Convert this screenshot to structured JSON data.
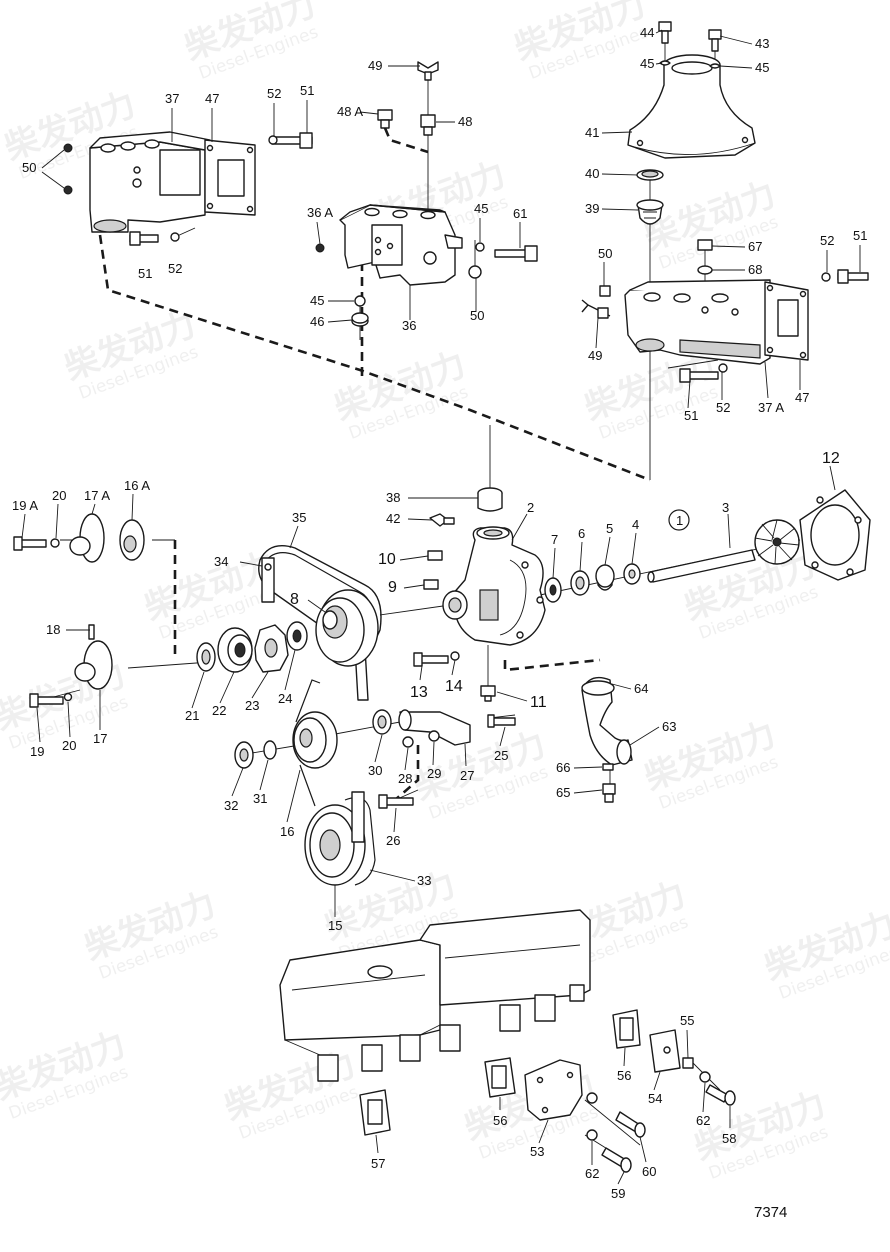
{
  "diagram": {
    "drawing_number": "7374",
    "watermark": {
      "brand": "柴发动力",
      "subtitle": "Diesel-Engines"
    },
    "callouts": [
      {
        "id": "c44",
        "text": "44"
      },
      {
        "id": "c45a",
        "text": "45"
      },
      {
        "id": "c43",
        "text": "43"
      },
      {
        "id": "c45b",
        "text": "45"
      },
      {
        "id": "c49a",
        "text": "49"
      },
      {
        "id": "c48A",
        "text": "48 A"
      },
      {
        "id": "c48",
        "text": "48"
      },
      {
        "id": "c41",
        "text": "41"
      },
      {
        "id": "c40",
        "text": "40"
      },
      {
        "id": "c39",
        "text": "39"
      },
      {
        "id": "c37",
        "text": "37"
      },
      {
        "id": "c47a",
        "text": "47"
      },
      {
        "id": "c52a",
        "text": "52"
      },
      {
        "id": "c51a",
        "text": "51"
      },
      {
        "id": "c50a",
        "text": "50"
      },
      {
        "id": "c51b",
        "text": "51"
      },
      {
        "id": "c52b",
        "text": "52"
      },
      {
        "id": "c36A",
        "text": "36 A"
      },
      {
        "id": "c45c",
        "text": "45"
      },
      {
        "id": "c61",
        "text": "61"
      },
      {
        "id": "c45d",
        "text": "45"
      },
      {
        "id": "c46",
        "text": "46"
      },
      {
        "id": "c36",
        "text": "36"
      },
      {
        "id": "c50b",
        "text": "50"
      },
      {
        "id": "c67",
        "text": "67"
      },
      {
        "id": "c68",
        "text": "68"
      },
      {
        "id": "c52c",
        "text": "52"
      },
      {
        "id": "c51c",
        "text": "51"
      },
      {
        "id": "c50c",
        "text": "50"
      },
      {
        "id": "c49b",
        "text": "49"
      },
      {
        "id": "c51d",
        "text": "51"
      },
      {
        "id": "c52d",
        "text": "52"
      },
      {
        "id": "c37A",
        "text": "37 A"
      },
      {
        "id": "c47b",
        "text": "47"
      },
      {
        "id": "c12",
        "text": "12"
      },
      {
        "id": "c38",
        "text": "38"
      },
      {
        "id": "c42",
        "text": "42"
      },
      {
        "id": "c2",
        "text": "2"
      },
      {
        "id": "c1",
        "text": "1"
      },
      {
        "id": "c3",
        "text": "3"
      },
      {
        "id": "c10",
        "text": "10"
      },
      {
        "id": "c9",
        "text": "9"
      },
      {
        "id": "c7",
        "text": "7"
      },
      {
        "id": "c6",
        "text": "6"
      },
      {
        "id": "c5",
        "text": "5"
      },
      {
        "id": "c4",
        "text": "4"
      },
      {
        "id": "c19A",
        "text": "19 A"
      },
      {
        "id": "c20a",
        "text": "20"
      },
      {
        "id": "c17A",
        "text": "17 A"
      },
      {
        "id": "c16A",
        "text": "16 A"
      },
      {
        "id": "c35",
        "text": "35"
      },
      {
        "id": "c34",
        "text": "34"
      },
      {
        "id": "c8",
        "text": "8"
      },
      {
        "id": "c18",
        "text": "18"
      },
      {
        "id": "c19",
        "text": "19"
      },
      {
        "id": "c20b",
        "text": "20"
      },
      {
        "id": "c17",
        "text": "17"
      },
      {
        "id": "c21",
        "text": "21"
      },
      {
        "id": "c22",
        "text": "22"
      },
      {
        "id": "c23",
        "text": "23"
      },
      {
        "id": "c24",
        "text": "24"
      },
      {
        "id": "c13",
        "text": "13"
      },
      {
        "id": "c14",
        "text": "14"
      },
      {
        "id": "c11",
        "text": "11"
      },
      {
        "id": "c64",
        "text": "64"
      },
      {
        "id": "c63",
        "text": "63"
      },
      {
        "id": "c66",
        "text": "66"
      },
      {
        "id": "c65",
        "text": "65"
      },
      {
        "id": "c25",
        "text": "25"
      },
      {
        "id": "c27",
        "text": "27"
      },
      {
        "id": "c28",
        "text": "28"
      },
      {
        "id": "c29",
        "text": "29"
      },
      {
        "id": "c30",
        "text": "30"
      },
      {
        "id": "c32",
        "text": "32"
      },
      {
        "id": "c31",
        "text": "31"
      },
      {
        "id": "c16",
        "text": "16"
      },
      {
        "id": "c26",
        "text": "26"
      },
      {
        "id": "c33",
        "text": "33"
      },
      {
        "id": "c15",
        "text": "15"
      },
      {
        "id": "c55",
        "text": "55"
      },
      {
        "id": "c56a",
        "text": "56"
      },
      {
        "id": "c54",
        "text": "54"
      },
      {
        "id": "c62a",
        "text": "62"
      },
      {
        "id": "c58",
        "text": "58"
      },
      {
        "id": "c56b",
        "text": "56"
      },
      {
        "id": "c53",
        "text": "53"
      },
      {
        "id": "c60",
        "text": "60"
      },
      {
        "id": "c62b",
        "text": "62"
      },
      {
        "id": "c59",
        "text": "59"
      },
      {
        "id": "c57",
        "text": "57"
      }
    ]
  }
}
